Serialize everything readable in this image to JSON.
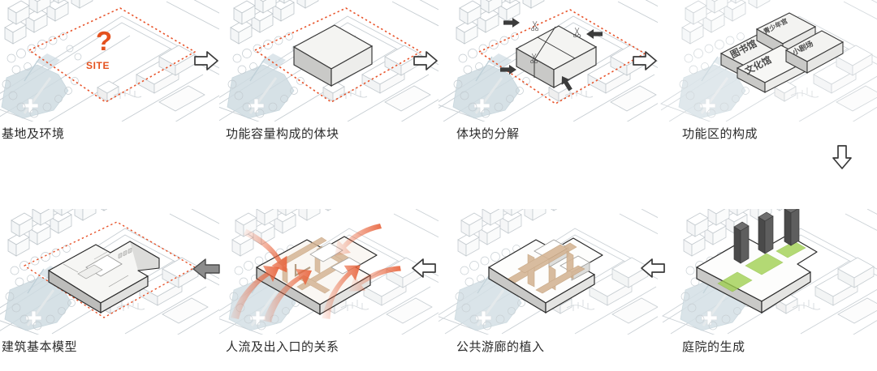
{
  "diagram": {
    "title": "Architectural Massing Generation Diagram",
    "palette": {
      "site_boundary": "#E8542B",
      "site_marker": "#E4511E",
      "mass_fill": "#F2F2F0",
      "mass_shade": "#C9C9C7",
      "outline": "#2B2B2B",
      "map_line": "#C6CDD2",
      "water": "#CFDCE2",
      "corridor": "#D5B595",
      "courtyard_green": "#9FD04F",
      "tower_dark": "#4A4A4A",
      "flow_arrow": "#E8643C",
      "arrow_fill_solid": "#8C8C8C",
      "caption_text": "#2B2B2B"
    },
    "steps": [
      {
        "id": "step-1",
        "index": 1,
        "caption": "基地及环境",
        "site_marker_question": "?",
        "site_marker_label": "SITE",
        "row": 1
      },
      {
        "id": "step-2",
        "index": 2,
        "caption": "功能容量构成的体块",
        "row": 1
      },
      {
        "id": "step-3",
        "index": 3,
        "caption": "体块的分解",
        "row": 1
      },
      {
        "id": "step-4",
        "index": 4,
        "caption": "功能区的构成",
        "row": 1,
        "volume_labels": [
          "图书馆",
          "青少年宫",
          "文化馆",
          "小剧场"
        ]
      },
      {
        "id": "step-5",
        "index": 5,
        "caption": "建筑基本模型",
        "row": 2
      },
      {
        "id": "step-6",
        "index": 6,
        "caption": "人流及出入口的关系",
        "row": 2,
        "flow_arrow_count": 5
      },
      {
        "id": "step-7",
        "index": 7,
        "caption": "公共游廊的植入",
        "row": 2
      },
      {
        "id": "step-8",
        "index": 8,
        "caption": "庭院的生成",
        "row": 2,
        "courtyard_count": 3,
        "tower_count": 3
      }
    ],
    "connectors": [
      {
        "id": "connector-1",
        "direction": "right",
        "style": "outline"
      },
      {
        "id": "connector-2",
        "direction": "right",
        "style": "outline"
      },
      {
        "id": "connector-3",
        "direction": "right",
        "style": "outline"
      },
      {
        "id": "connector-4",
        "direction": "down",
        "style": "outline"
      },
      {
        "id": "connector-5",
        "direction": "left",
        "style": "filled"
      },
      {
        "id": "connector-6",
        "direction": "left",
        "style": "outline"
      },
      {
        "id": "connector-7",
        "direction": "left",
        "style": "outline"
      }
    ]
  }
}
